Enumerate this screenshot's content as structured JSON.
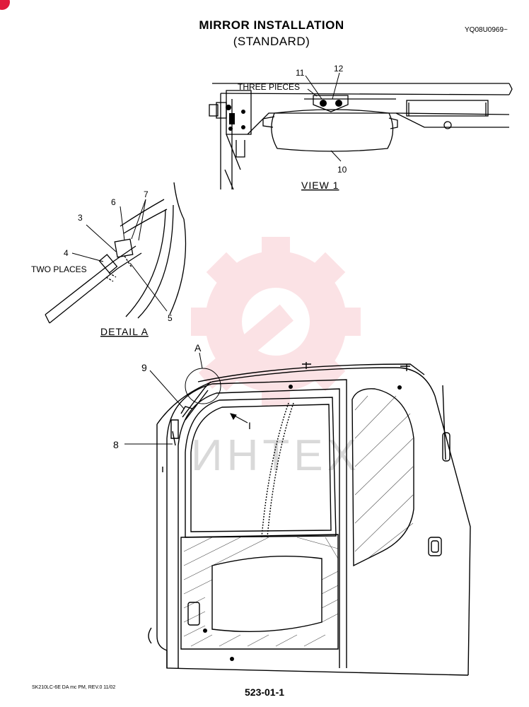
{
  "header": {
    "title": "MIRROR INSTALLATION",
    "subtitle": "(STANDARD)",
    "doc_code": "YQ08U0969~"
  },
  "view1": {
    "label": "VIEW 1",
    "note": "THREE PIECES",
    "callouts": [
      "11",
      "12",
      "10"
    ]
  },
  "detail_a": {
    "label": "DETAIL A",
    "note": "TWO PLACES",
    "callouts": [
      "6",
      "7",
      "3",
      "4",
      "5"
    ]
  },
  "cab": {
    "callouts": [
      "A",
      "9",
      "8",
      "I"
    ]
  },
  "watermark": {
    "text": "ИНТЕХ",
    "color": "#e8283c"
  },
  "footer": {
    "manual_ref": "SK210LC-6E DA mc PM, REV.0 11/02",
    "page_number": "523-01-1"
  }
}
